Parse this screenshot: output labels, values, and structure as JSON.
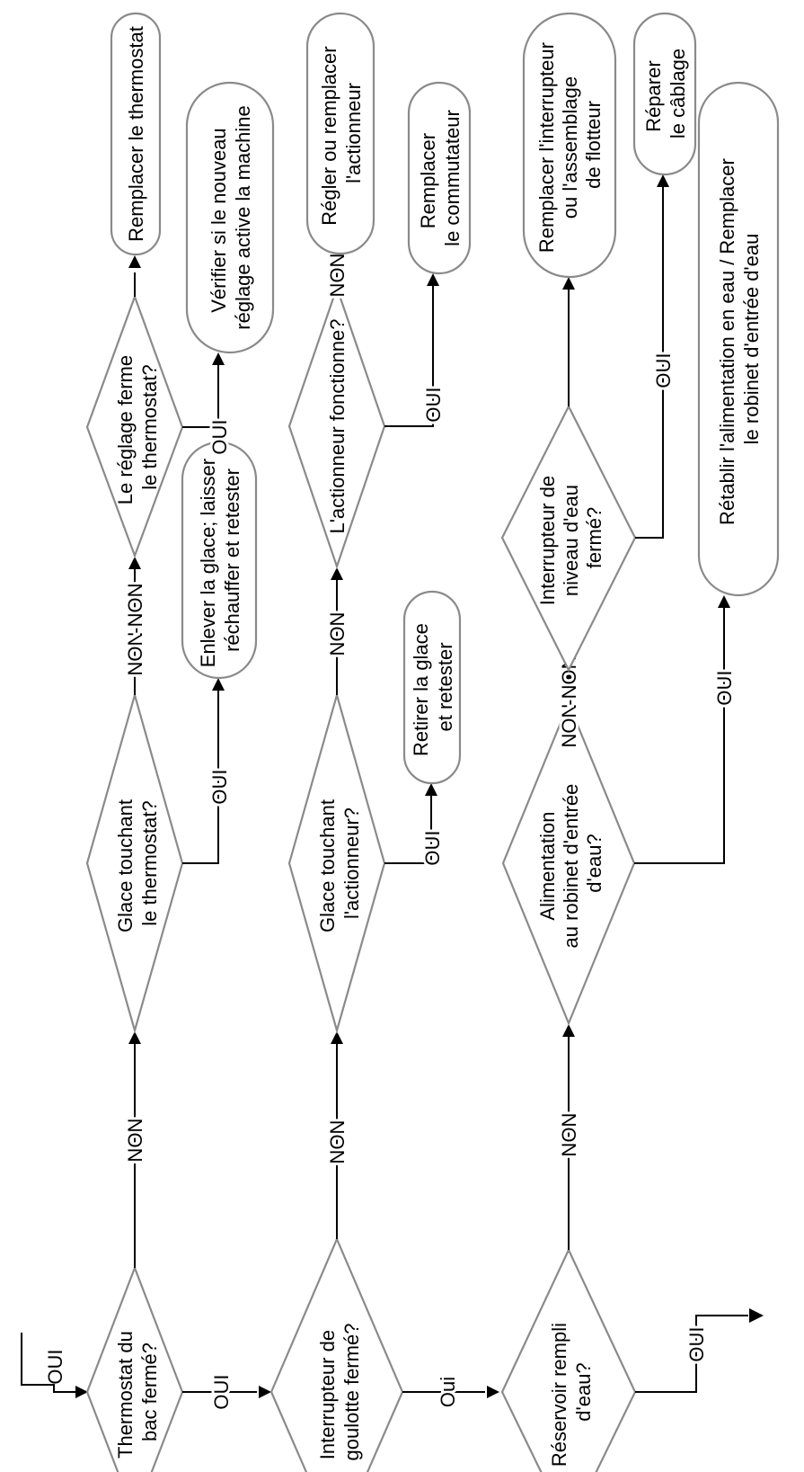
{
  "labels": {
    "oui": "OUI",
    "non": "NON",
    "oui_lower": "Oui"
  },
  "nodes": {
    "d1": [
      "Thermostat du",
      "bac fermé?"
    ],
    "d2": [
      "Glace touchant",
      "le thermostat?"
    ],
    "d3": [
      "Le réglage ferme",
      "le thermostat?"
    ],
    "t1": [
      "Remplacer le thermostat"
    ],
    "t2": [
      "Vérifier si le nouveau",
      "réglage active la machine"
    ],
    "t3": [
      "Enlever la glace; laisser",
      "réchauffer et retester"
    ],
    "d4": [
      "Interrupteur de",
      "goulotte fermé?"
    ],
    "d5": [
      "Glace touchant",
      "l'actionneur?"
    ],
    "d6": [
      "L'actionneur fonctionne?"
    ],
    "t4": [
      "Régler ou remplacer",
      "l'actionneur"
    ],
    "t5": [
      "Remplacer",
      "le commutateur"
    ],
    "t6": [
      "Retirer la glace",
      "et retester"
    ],
    "d7": [
      "Réservoir rempli",
      "d'eau?"
    ],
    "d8": [
      "Alimentation",
      "au robinet d'entrée",
      "d'eau?"
    ],
    "d9": [
      "Interrupteur de",
      "niveau d'eau",
      "fermé?"
    ],
    "t7": [
      "Remplacer l'interrupteur",
      "ou l'assemblage",
      "de flotteur"
    ],
    "t8": [
      "Réparer",
      "le câblage"
    ],
    "t9": [
      "Rétablir l'alimentation en eau / Remplacer",
      "le robinet d'entrée d'eau"
    ]
  }
}
